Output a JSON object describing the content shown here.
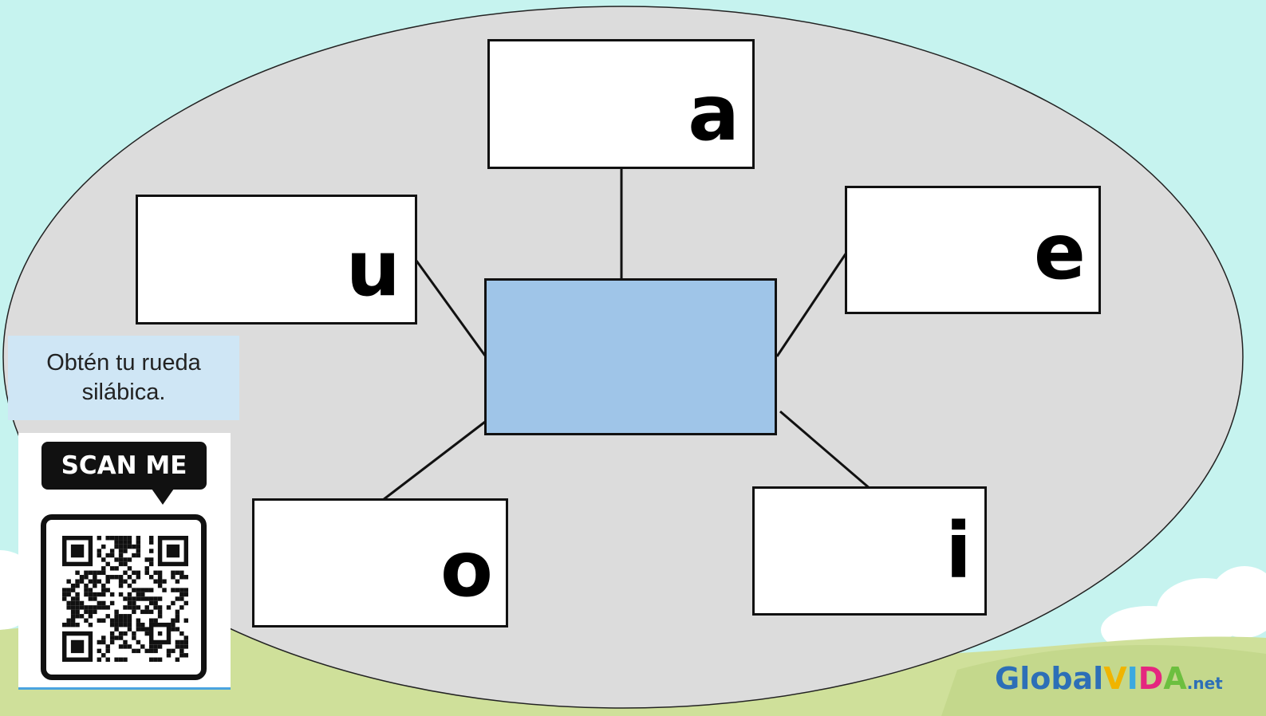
{
  "diagram": {
    "nodes": [
      {
        "id": "a",
        "label": "a"
      },
      {
        "id": "e",
        "label": "e"
      },
      {
        "id": "i",
        "label": "i"
      },
      {
        "id": "o",
        "label": "o"
      },
      {
        "id": "u",
        "label": "u"
      }
    ],
    "center": {
      "label": ""
    }
  },
  "caption": "Obtén tu rueda silábica.",
  "qr": {
    "badge": "SCAN ME"
  },
  "logo": {
    "part1": "Global",
    "v": "V",
    "i": "I",
    "d": "D",
    "a": "A",
    "suffix": ".net"
  },
  "colors": {
    "sky": "#c6f3ef",
    "grass": "#cfe09a",
    "ellipse": "#dcdcdc",
    "center_box": "#9fc5e8",
    "caption_bg": "#cfe6f5"
  }
}
